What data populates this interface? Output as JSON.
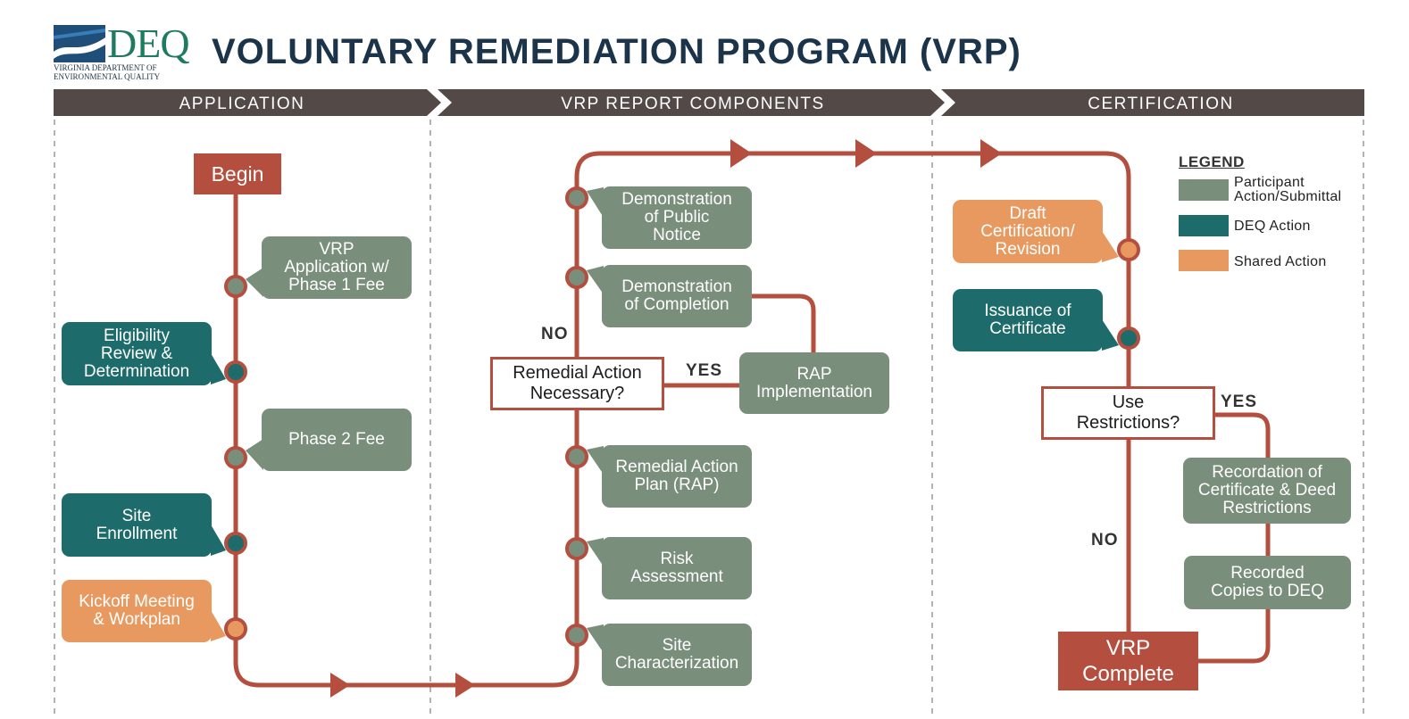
{
  "header": {
    "logo_text": "DEQ",
    "logo_subtitle_line1": "VIRGINIA DEPARTMENT OF",
    "logo_subtitle_line2": "ENVIRONMENTAL QUALITY",
    "title": "VOLUNTARY REMEDIATION PROGRAM (VRP)"
  },
  "phases": [
    "APPLICATION",
    "VRP REPORT COMPONENTS",
    "CERTIFICATION"
  ],
  "legend": {
    "title": "LEGEND",
    "items": [
      {
        "label_line1": "Participant",
        "label_line2": "Action/Submittal",
        "color": "#7a8e7c"
      },
      {
        "label_line1": "DEQ Action",
        "label_line2": "",
        "color": "#1d6b6b"
      },
      {
        "label_line1": "Shared Action",
        "label_line2": "",
        "color": "#e8995f"
      }
    ]
  },
  "colors": {
    "flow_line": "#b44f3f",
    "participant": "#7a8e7c",
    "deq": "#1d6b6b",
    "shared": "#e8995f",
    "phase_bar": "#534a48"
  },
  "application": {
    "begin": "Begin",
    "vrp_application": [
      "VRP",
      "Application w/",
      "Phase 1 Fee"
    ],
    "eligibility": [
      "Eligibility",
      "Review &",
      "Determination"
    ],
    "phase2_fee": "Phase 2 Fee",
    "site_enrollment": [
      "Site",
      "Enrollment"
    ],
    "kickoff": [
      "Kickoff Meeting",
      "& Workplan"
    ]
  },
  "report": {
    "public_notice": [
      "Demonstration",
      "of Public",
      "Notice"
    ],
    "completion": [
      "Demonstration",
      "of Completion"
    ],
    "decision": [
      "Remedial Action",
      "Necessary?"
    ],
    "no_label": "NO",
    "yes_label": "YES",
    "rap_implementation": [
      "RAP",
      "Implementation"
    ],
    "rap": [
      "Remedial Action",
      "Plan (RAP)"
    ],
    "risk": [
      "Risk",
      "Assessment"
    ],
    "site_char": [
      "Site",
      "Characterization"
    ]
  },
  "certification": {
    "draft": [
      "Draft",
      "Certification/",
      "Revision"
    ],
    "issuance": [
      "Issuance of",
      "Certificate"
    ],
    "decision": [
      "Use",
      "Restrictions?"
    ],
    "yes_label": "YES",
    "no_label": "NO",
    "recordation": [
      "Recordation of",
      "Certificate & Deed",
      "Restrictions"
    ],
    "recorded_copies": [
      "Recorded",
      "Copies to DEQ"
    ],
    "complete": [
      "VRP",
      "Complete"
    ]
  }
}
